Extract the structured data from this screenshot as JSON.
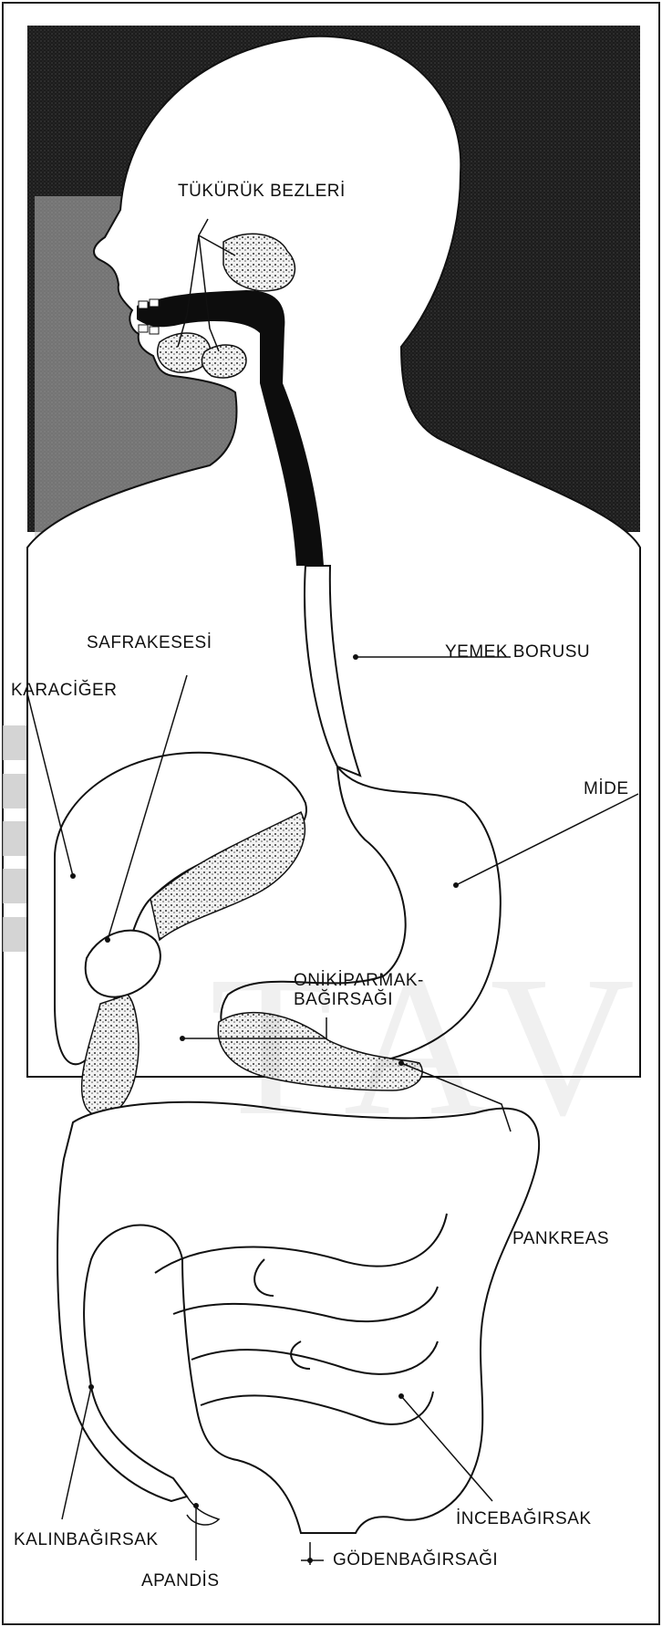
{
  "diagram": {
    "labels": {
      "salivary_glands": "TÜKÜRÜK BEZLERİ",
      "gallbladder": "SAFRAKESESİ",
      "esophagus": "YEMEK BORUSU",
      "liver": "KARACİĞER",
      "stomach": "MİDE",
      "duodenum": "ONİKİPARMAK-\nBAĞIRSAĞI",
      "pancreas": "PANKREAS",
      "small_intestine": "İNCEBAĞIRSAK",
      "large_intestine": "KALINBAĞIRSAK",
      "appendix": "APANDİS",
      "rectum": "GÖDENBAĞIRSAĞI"
    },
    "watermark": "TAV",
    "colors": {
      "ink": "#111111",
      "panel": "#1a1a1a",
      "organ_fill": "#f4f4f4",
      "gray_band": "#c9c9c9"
    }
  }
}
